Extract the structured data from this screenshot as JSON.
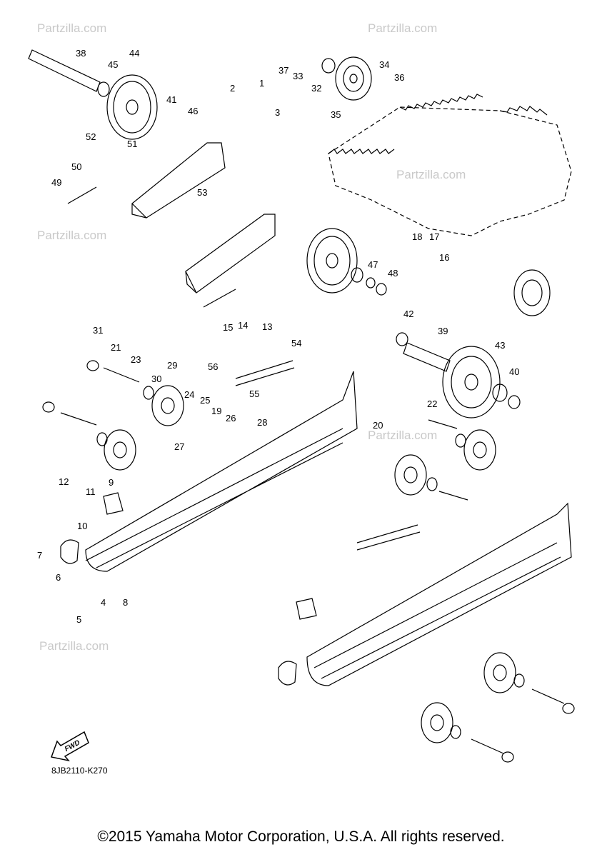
{
  "diagram_code": "8JB2110-K270",
  "fwd_label": "FWD",
  "watermark": "Partzilla.com",
  "copyright": "©2015 Yamaha Motor Corporation, U.S.A. All rights reserved.",
  "callouts": [
    "38",
    "44",
    "45",
    "41",
    "46",
    "52",
    "51",
    "50",
    "49",
    "53",
    "2",
    "1",
    "3",
    "37",
    "33",
    "32",
    "34",
    "36",
    "35",
    "18",
    "17",
    "16",
    "47",
    "48",
    "42",
    "39",
    "43",
    "40",
    "31",
    "21",
    "23",
    "29",
    "30",
    "24",
    "25",
    "19",
    "22",
    "20",
    "27",
    "26",
    "28",
    "56",
    "55",
    "54",
    "14",
    "13",
    "15",
    "12",
    "11",
    "9",
    "10",
    "7",
    "6",
    "5",
    "4",
    "8"
  ]
}
